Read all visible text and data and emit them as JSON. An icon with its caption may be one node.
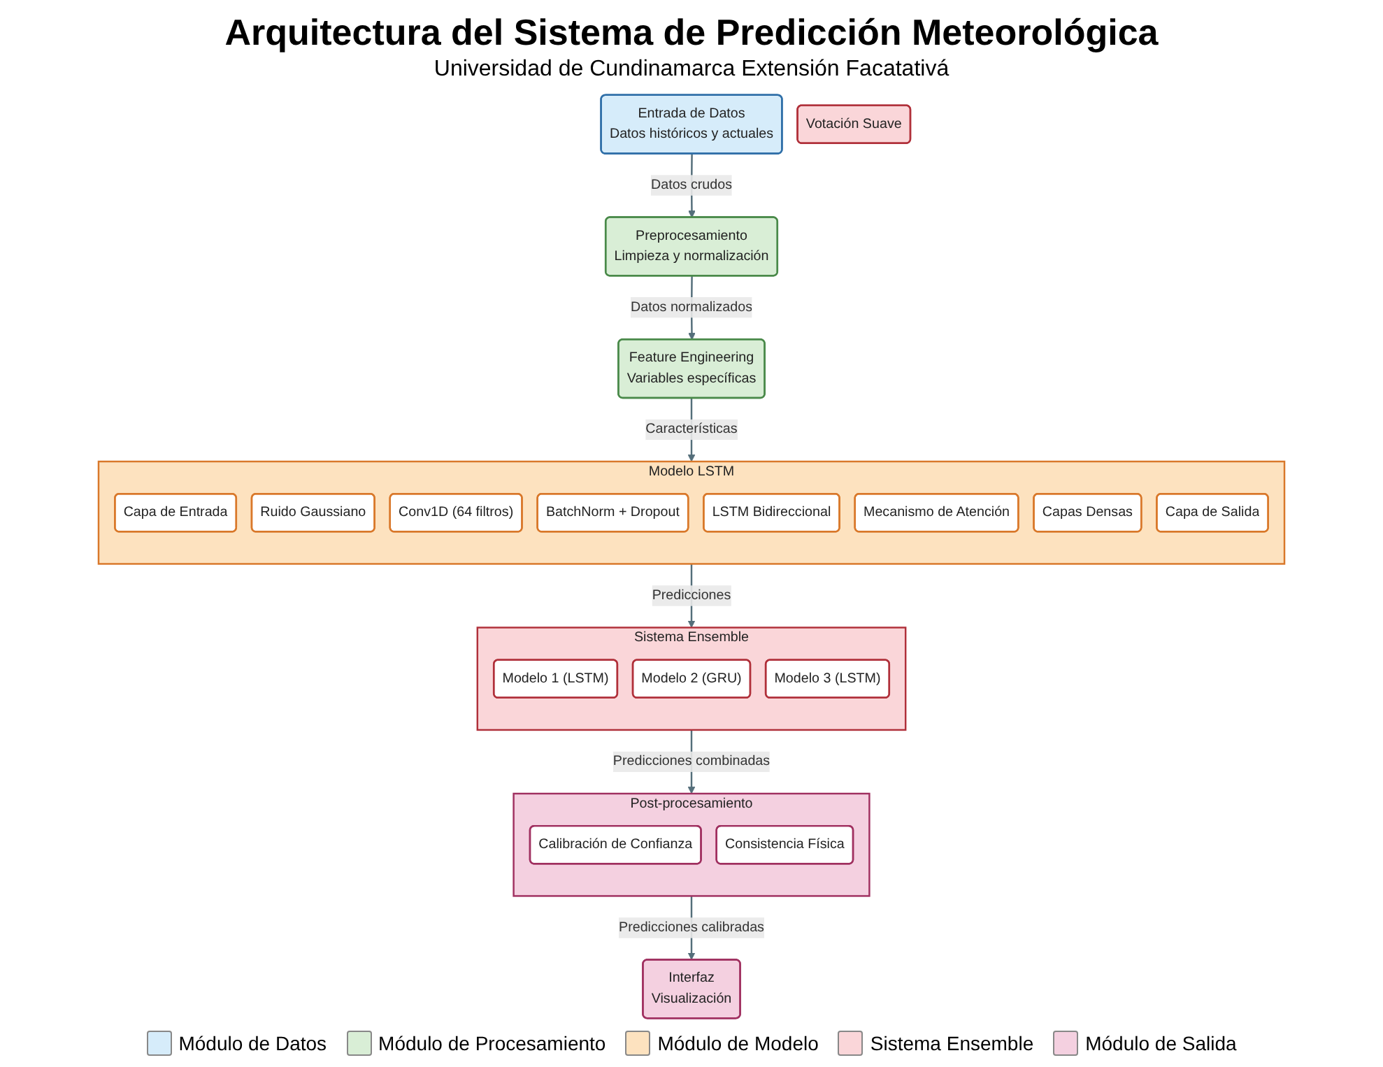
{
  "diagram": {
    "title": "Arquitectura del Sistema de Predicción Meteorológica",
    "nodes": [
      {
        "text": [
          "Entrada de Datos",
          "Datos históricos y actuales"
        ]
      },
      {
        "text": [
          "Preprocesamiento",
          "Limpieza y normalización"
        ]
      },
      {
        "text": [
          "Feature Engineering",
          "Variables específicas"
        ]
      },
      {
        "text": [
          "Modelo LSTM"
        ]
      },
      {
        "text": [
          "Capa de Entrada"
        ],
        "in": 3
      },
      {
        "text": [
          "Ruido Gaussiano"
        ],
        "in": 3
      },
      {
        "text": [
          "Conv1D (64 filtros)"
        ],
        "in": 3
      },
      {
        "text": [
          "BatchNorm + Dropout"
        ],
        "in": 3
      },
      {
        "text": [
          "LSTM Bidireccional"
        ],
        "in": 3
      },
      {
        "text": [
          "Mecanismo de Atención"
        ],
        "in": 3
      },
      {
        "text": [
          "Capas Densas"
        ],
        "in": 3
      },
      {
        "text": [
          "Capa de Salida"
        ],
        "in": 3
      },
      {
        "text": [
          "Sistema Ensemble"
        ]
      },
      {
        "text": [
          "Modelo 1 (LSTM)"
        ],
        "in": 12
      },
      {
        "text": [
          "Modelo 2 (GRU)"
        ],
        "in": 12
      },
      {
        "text": [
          "Modelo 3 (LSTM)"
        ],
        "in": 12
      },
      {
        "text": [
          "Votación Suave"
        ]
      },
      {
        "text": [
          "Post-procesamiento"
        ]
      },
      {
        "text": [
          "Calibración de Confianza"
        ],
        "in": 17
      },
      {
        "text": [
          "Consistencia Física"
        ],
        "in": 17
      },
      {
        "text": [
          "Interfaz",
          "Visualización"
        ]
      }
    ],
    "edges": [
      {
        "from": 0,
        "to": 1,
        "arrow": "to",
        "label": "Datos crudos"
      },
      {
        "from": 1,
        "to": 2,
        "arrow": "to",
        "label": "Datos normalizados"
      },
      {
        "from": 2,
        "to": 3,
        "arrow": "to",
        "label": "Características"
      },
      {
        "from": 3,
        "to": 12,
        "arrow": "to",
        "label": "Predicciones"
      },
      {
        "from": 12,
        "to": 17,
        "arrow": "to",
        "label": "Predicciones combinadas"
      },
      {
        "from": 17,
        "to": 20,
        "arrow": "to",
        "label": "Predicciones calibradas"
      }
    ],
    "labels": [
      "Universidad de Cundinamarca Extensión Facatativá"
    ],
    "legend": [
      {
        "text": "Módulo de Datos",
        "color": "#d6ecfa"
      },
      {
        "text": "Módulo de Procesamiento",
        "color": "#d9eed6"
      },
      {
        "text": "Módulo de Modelo",
        "color": "#fde2bf"
      },
      {
        "text": "Sistema Ensemble",
        "color": "#fad6d9"
      },
      {
        "text": "Módulo de Salida",
        "color": "#f4d0e0"
      }
    ]
  }
}
